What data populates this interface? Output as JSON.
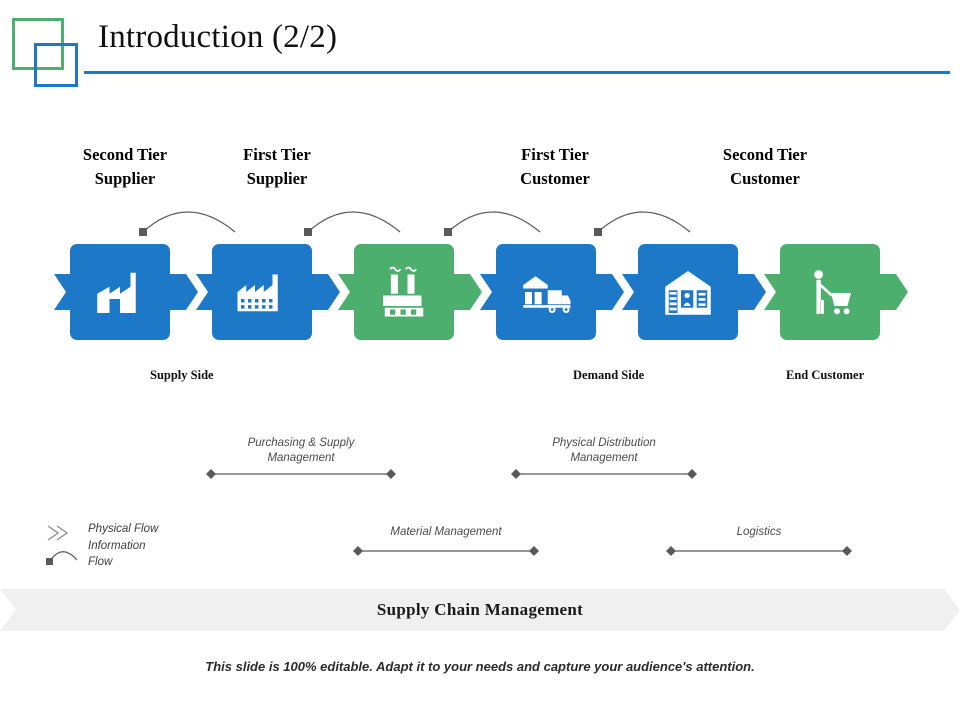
{
  "header": {
    "title": "Introduction (2/2)",
    "logo": {
      "square_1_color": "#4CAF6E",
      "square_2_color": "#1E78C8"
    },
    "rule_color": "#1E78C8"
  },
  "theme": {
    "blue": "#1E78C8",
    "green": "#4CAF6E",
    "banner_bg": "#F0F0F0",
    "line_gray": "#595959"
  },
  "tier_labels": [
    {
      "line1": "Second Tier",
      "line2": "Supplier"
    },
    {
      "line1": "First Tier",
      "line2": "Supplier"
    },
    {
      "line1": "First Tier",
      "line2": "Customer"
    },
    {
      "line1": "Second Tier",
      "line2": "Customer"
    }
  ],
  "chain": {
    "nodes": [
      {
        "icon": "factory-icon",
        "color": "#1E78C8",
        "label": "Second Tier Supplier"
      },
      {
        "icon": "plant-icon",
        "color": "#1E78C8",
        "label": "First Tier Supplier"
      },
      {
        "icon": "manufacturing-icon",
        "color": "#4CAF6E",
        "label": "Manufacturer"
      },
      {
        "icon": "warehouse-truck-icon",
        "color": "#1E78C8",
        "label": "First Tier Customer"
      },
      {
        "icon": "retail-store-icon",
        "color": "#1E78C8",
        "label": "Second Tier Customer"
      },
      {
        "icon": "shopper-cart-icon",
        "color": "#4CAF6E",
        "label": "End Customer"
      }
    ]
  },
  "side_labels": {
    "supply": "Supply Side",
    "demand": "Demand Side",
    "end_customer": "End Customer"
  },
  "spans": [
    {
      "key": "purchasing_supply",
      "line1": "Purchasing & Supply",
      "line2": "Management"
    },
    {
      "key": "physical_distribution",
      "line1": "Physical Distribution",
      "line2": "Management"
    },
    {
      "key": "material_management",
      "line1": "Material Management",
      "line2": ""
    },
    {
      "key": "logistics",
      "line1": "Logistics",
      "line2": ""
    }
  ],
  "legend": {
    "physical_flow": "Physical Flow",
    "information_flow_1": "Information",
    "information_flow_2": "Flow"
  },
  "banner": {
    "text": "Supply Chain Management"
  },
  "footer": {
    "text": "This slide is 100% editable. Adapt it to your needs and capture your audience's attention."
  }
}
